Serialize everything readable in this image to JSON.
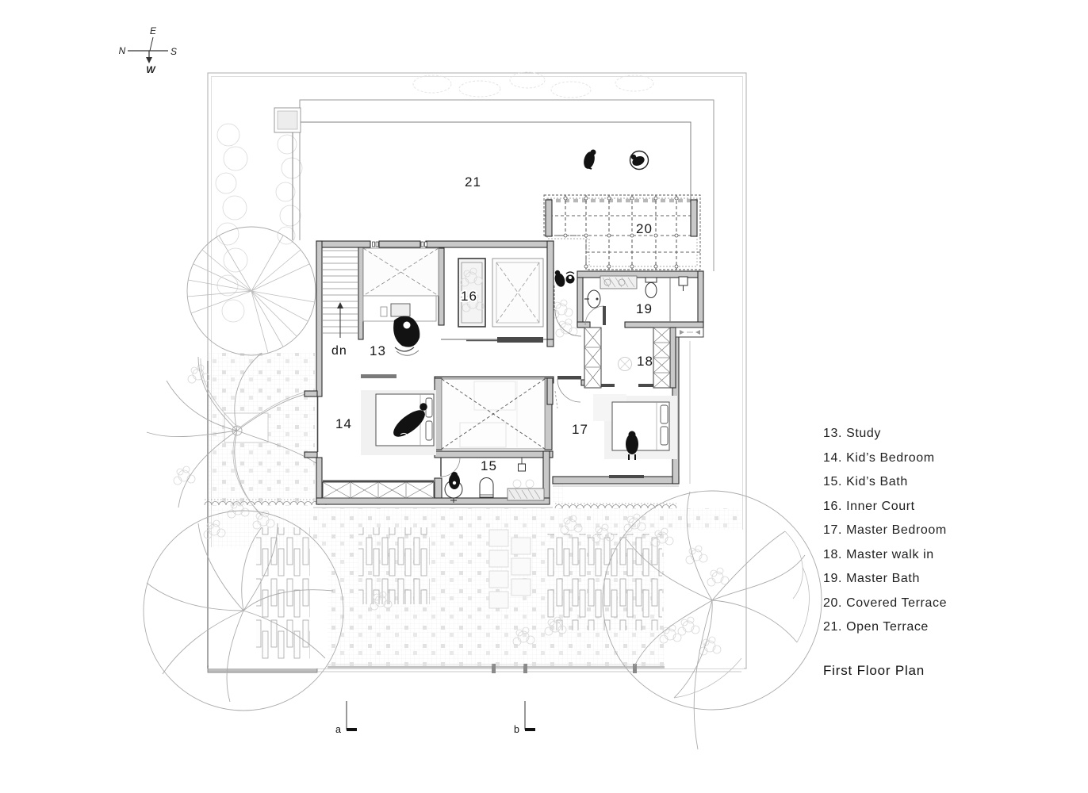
{
  "title": "First Floor Plan",
  "compass": {
    "n": "N",
    "e": "E",
    "s": "S",
    "w": "W"
  },
  "stair_label": "dn",
  "section_markers": {
    "a": "a",
    "b": "b"
  },
  "rooms": [
    {
      "number": "13",
      "name": "Study"
    },
    {
      "number": "14",
      "name": "Kid’s Bedroom"
    },
    {
      "number": "15",
      "name": "Kid’s Bath"
    },
    {
      "number": "16",
      "name": "Inner Court"
    },
    {
      "number": "17",
      "name": "Master Bedroom"
    },
    {
      "number": "18",
      "name": "Master walk in"
    },
    {
      "number": "19",
      "name": "Master Bath"
    },
    {
      "number": "20",
      "name": "Covered Terrace"
    },
    {
      "number": "21",
      "name": "Open Terrace"
    }
  ],
  "legend": {
    "items": [
      "13. Study",
      "14. Kid’s Bedroom",
      "15. Kid’s Bath",
      "16. Inner Court",
      "17. Master Bedroom",
      "18. Master walk in",
      "19. Master Bath",
      "20. Covered Terrace",
      "21. Open Terrace"
    ]
  },
  "colors": {
    "ink": "#1c1c1c",
    "wall_fill": "#c9c9c9",
    "wall_edge": "#2d2d2d",
    "light_line": "#9a9a9a"
  }
}
